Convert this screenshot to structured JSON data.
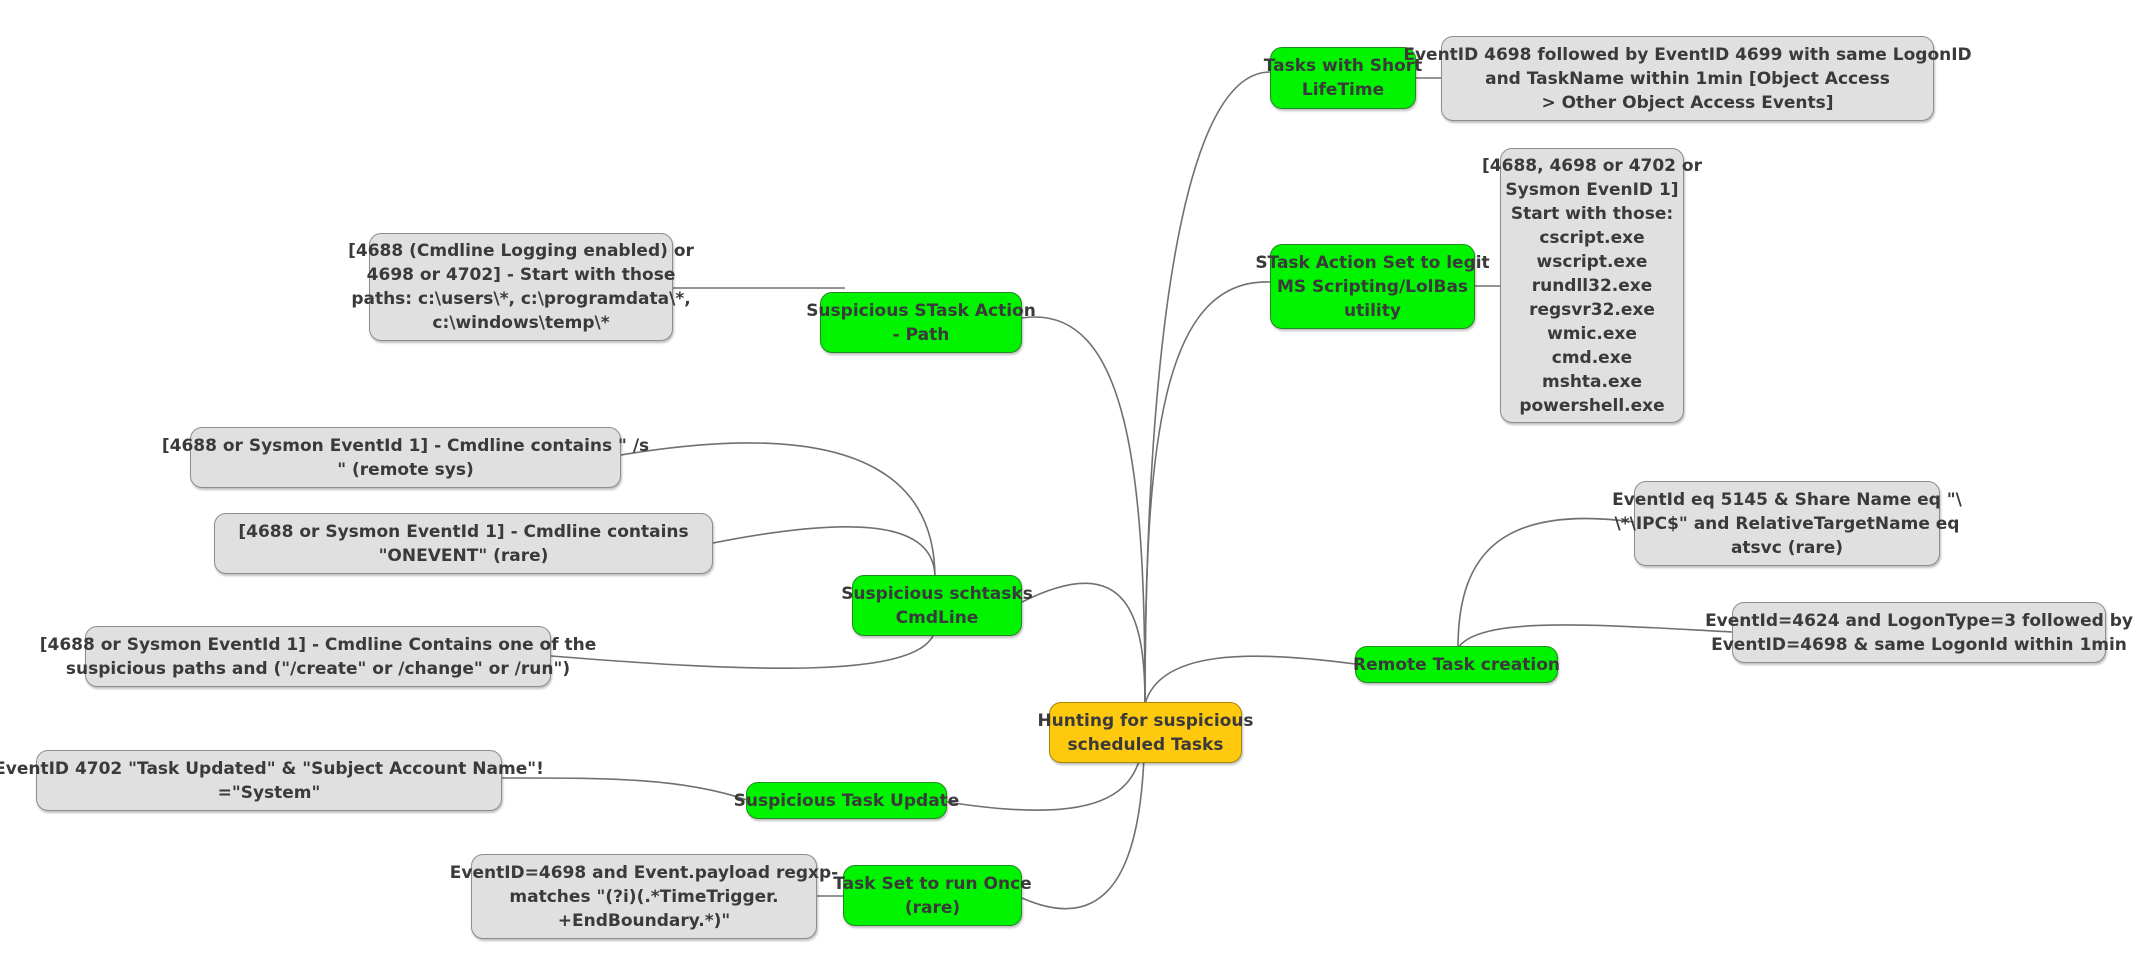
{
  "root": {
    "lines": [
      "Hunting for suspicious",
      "scheduled Tasks"
    ]
  },
  "branches": {
    "short_lifetime": {
      "lines": [
        "Tasks with Short",
        "LifeTime"
      ]
    },
    "stask_action_legit": {
      "lines": [
        "STask Action Set to legit",
        "MS Scripting/LolBas",
        "utility"
      ]
    },
    "stask_action_path": {
      "lines": [
        "Suspicious STask Action",
        "- Path"
      ]
    },
    "schtasks_cmdline": {
      "lines": [
        "Suspicious schtasks",
        "CmdLine"
      ]
    },
    "remote_task": {
      "lines": [
        "Remote Task creation"
      ]
    },
    "task_update": {
      "lines": [
        "Suspicious Task Update"
      ]
    },
    "run_once": {
      "lines": [
        "Task Set to run Once",
        "(rare)"
      ]
    }
  },
  "leaves": {
    "short_lifetime_detail": {
      "lines": [
        "EventID 4698 followed by EventID 4699 with same LogonID",
        "and TaskName within 1min [Object Access",
        "> Other Object Access Events]"
      ]
    },
    "lolbas_detail": {
      "lines": [
        "[4688, 4698 or 4702 or",
        "Sysmon EvenID 1]",
        "Start with those:",
        "cscript.exe",
        "wscript.exe",
        "rundll32.exe",
        "regsvr32.exe",
        "wmic.exe",
        "cmd.exe",
        "mshta.exe",
        "powershell.exe"
      ]
    },
    "path_detail": {
      "lines": [
        "[4688 (Cmdline Logging enabled) or",
        "4698 or 4702] - Start with those",
        "paths:  c:\\users\\*, c:\\programdata\\*,",
        "c:\\windows\\temp\\*"
      ]
    },
    "cmdline_remote": {
      "lines": [
        "[4688 or Sysmon EventId 1] -  Cmdline contains \" /s",
        "\" (remote sys)"
      ]
    },
    "cmdline_onevent": {
      "lines": [
        "[4688 or Sysmon EventId 1] - Cmdline contains",
        "\"ONEVENT\" (rare)"
      ]
    },
    "cmdline_paths": {
      "lines": [
        "[4688 or Sysmon EventId 1] - Cmdline Contains one of the",
        "suspicious paths and (\"/create\" or /change\" or /run\")"
      ]
    },
    "remote_share": {
      "lines": [
        "EventId eq 5145 & Share Name eq \"\\",
        "\\*\\IPC$\" and RelativeTargetName eq",
        "atsvc (rare)"
      ]
    },
    "remote_logon": {
      "lines": [
        "EventId=4624 and LogonType=3 followed by",
        "EventID=4698 & same LogonId within 1min"
      ]
    },
    "update_detail": {
      "lines": [
        "EventID 4702 \"Task Updated\" & \"Subject Account Name\"!",
        "=\"System\""
      ]
    },
    "run_once_detail": {
      "lines": [
        "EventID=4698 and Event.payload regxp-",
        "matches \"(?i)(.*TimeTrigger.",
        "+EndBoundary.*)\""
      ]
    }
  },
  "colors": {
    "root": "#ffc90e",
    "branch": "#00f400",
    "leaf": "#e0e0e0",
    "edge": "#707070"
  }
}
